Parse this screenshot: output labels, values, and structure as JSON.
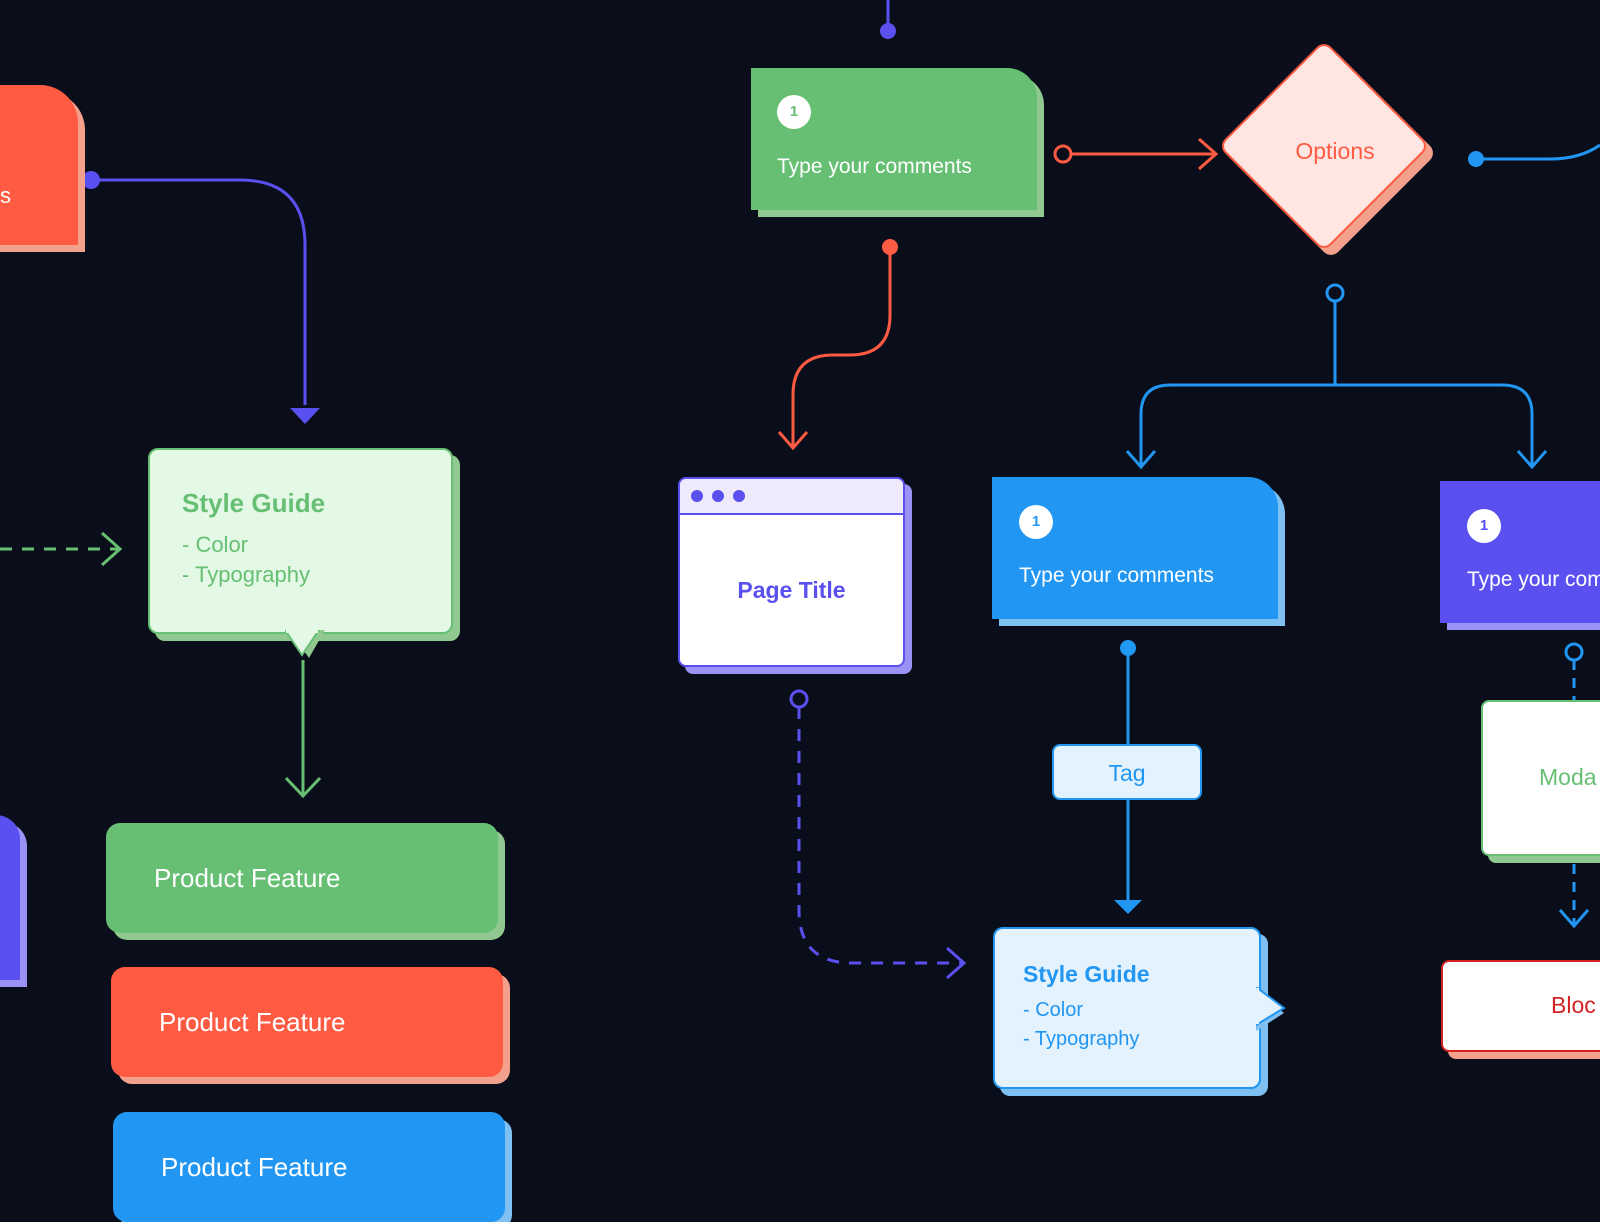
{
  "nodes": {
    "left_red_card": {
      "label": "s",
      "color": "#ff5a42"
    },
    "left_purple_card": {
      "color": "#5a50f0"
    },
    "style_guide_green": {
      "title": "Style Guide",
      "items": [
        "- Color",
        "- Typography"
      ],
      "color": "#66bf73"
    },
    "product_features": [
      {
        "label": "Product Feature",
        "color": "#66bf73"
      },
      {
        "label": "Product Feature",
        "color": "#ff5a42"
      },
      {
        "label": "Product Feature",
        "color": "#2196f3"
      }
    ],
    "comment_green": {
      "badge": "1",
      "text": "Type your comments",
      "color": "#66bf73"
    },
    "options_diamond": {
      "label": "Options",
      "color": "#ff5a42"
    },
    "page_title_window": {
      "label": "Page Title",
      "color": "#5a50f0"
    },
    "comment_blue": {
      "badge": "1",
      "text": "Type your comments",
      "color": "#2196f3"
    },
    "comment_purple": {
      "badge": "1",
      "text": "Type your com",
      "color": "#5a50f0"
    },
    "tag": {
      "label": "Tag",
      "color": "#2196f3"
    },
    "style_guide_blue": {
      "title": "Style Guide",
      "items": [
        "- Color",
        "- Typography"
      ],
      "color": "#2196f3"
    },
    "modal_card": {
      "label": "Moda",
      "color": "#66bf73"
    },
    "block_card": {
      "label": "Bloc",
      "color": "#d32222"
    }
  },
  "colors": {
    "background": "#0a0e1a",
    "connector_purple": "#5a50f0",
    "connector_orange": "#ff5a42",
    "connector_blue": "#2196f3",
    "connector_green": "#66bf73"
  }
}
